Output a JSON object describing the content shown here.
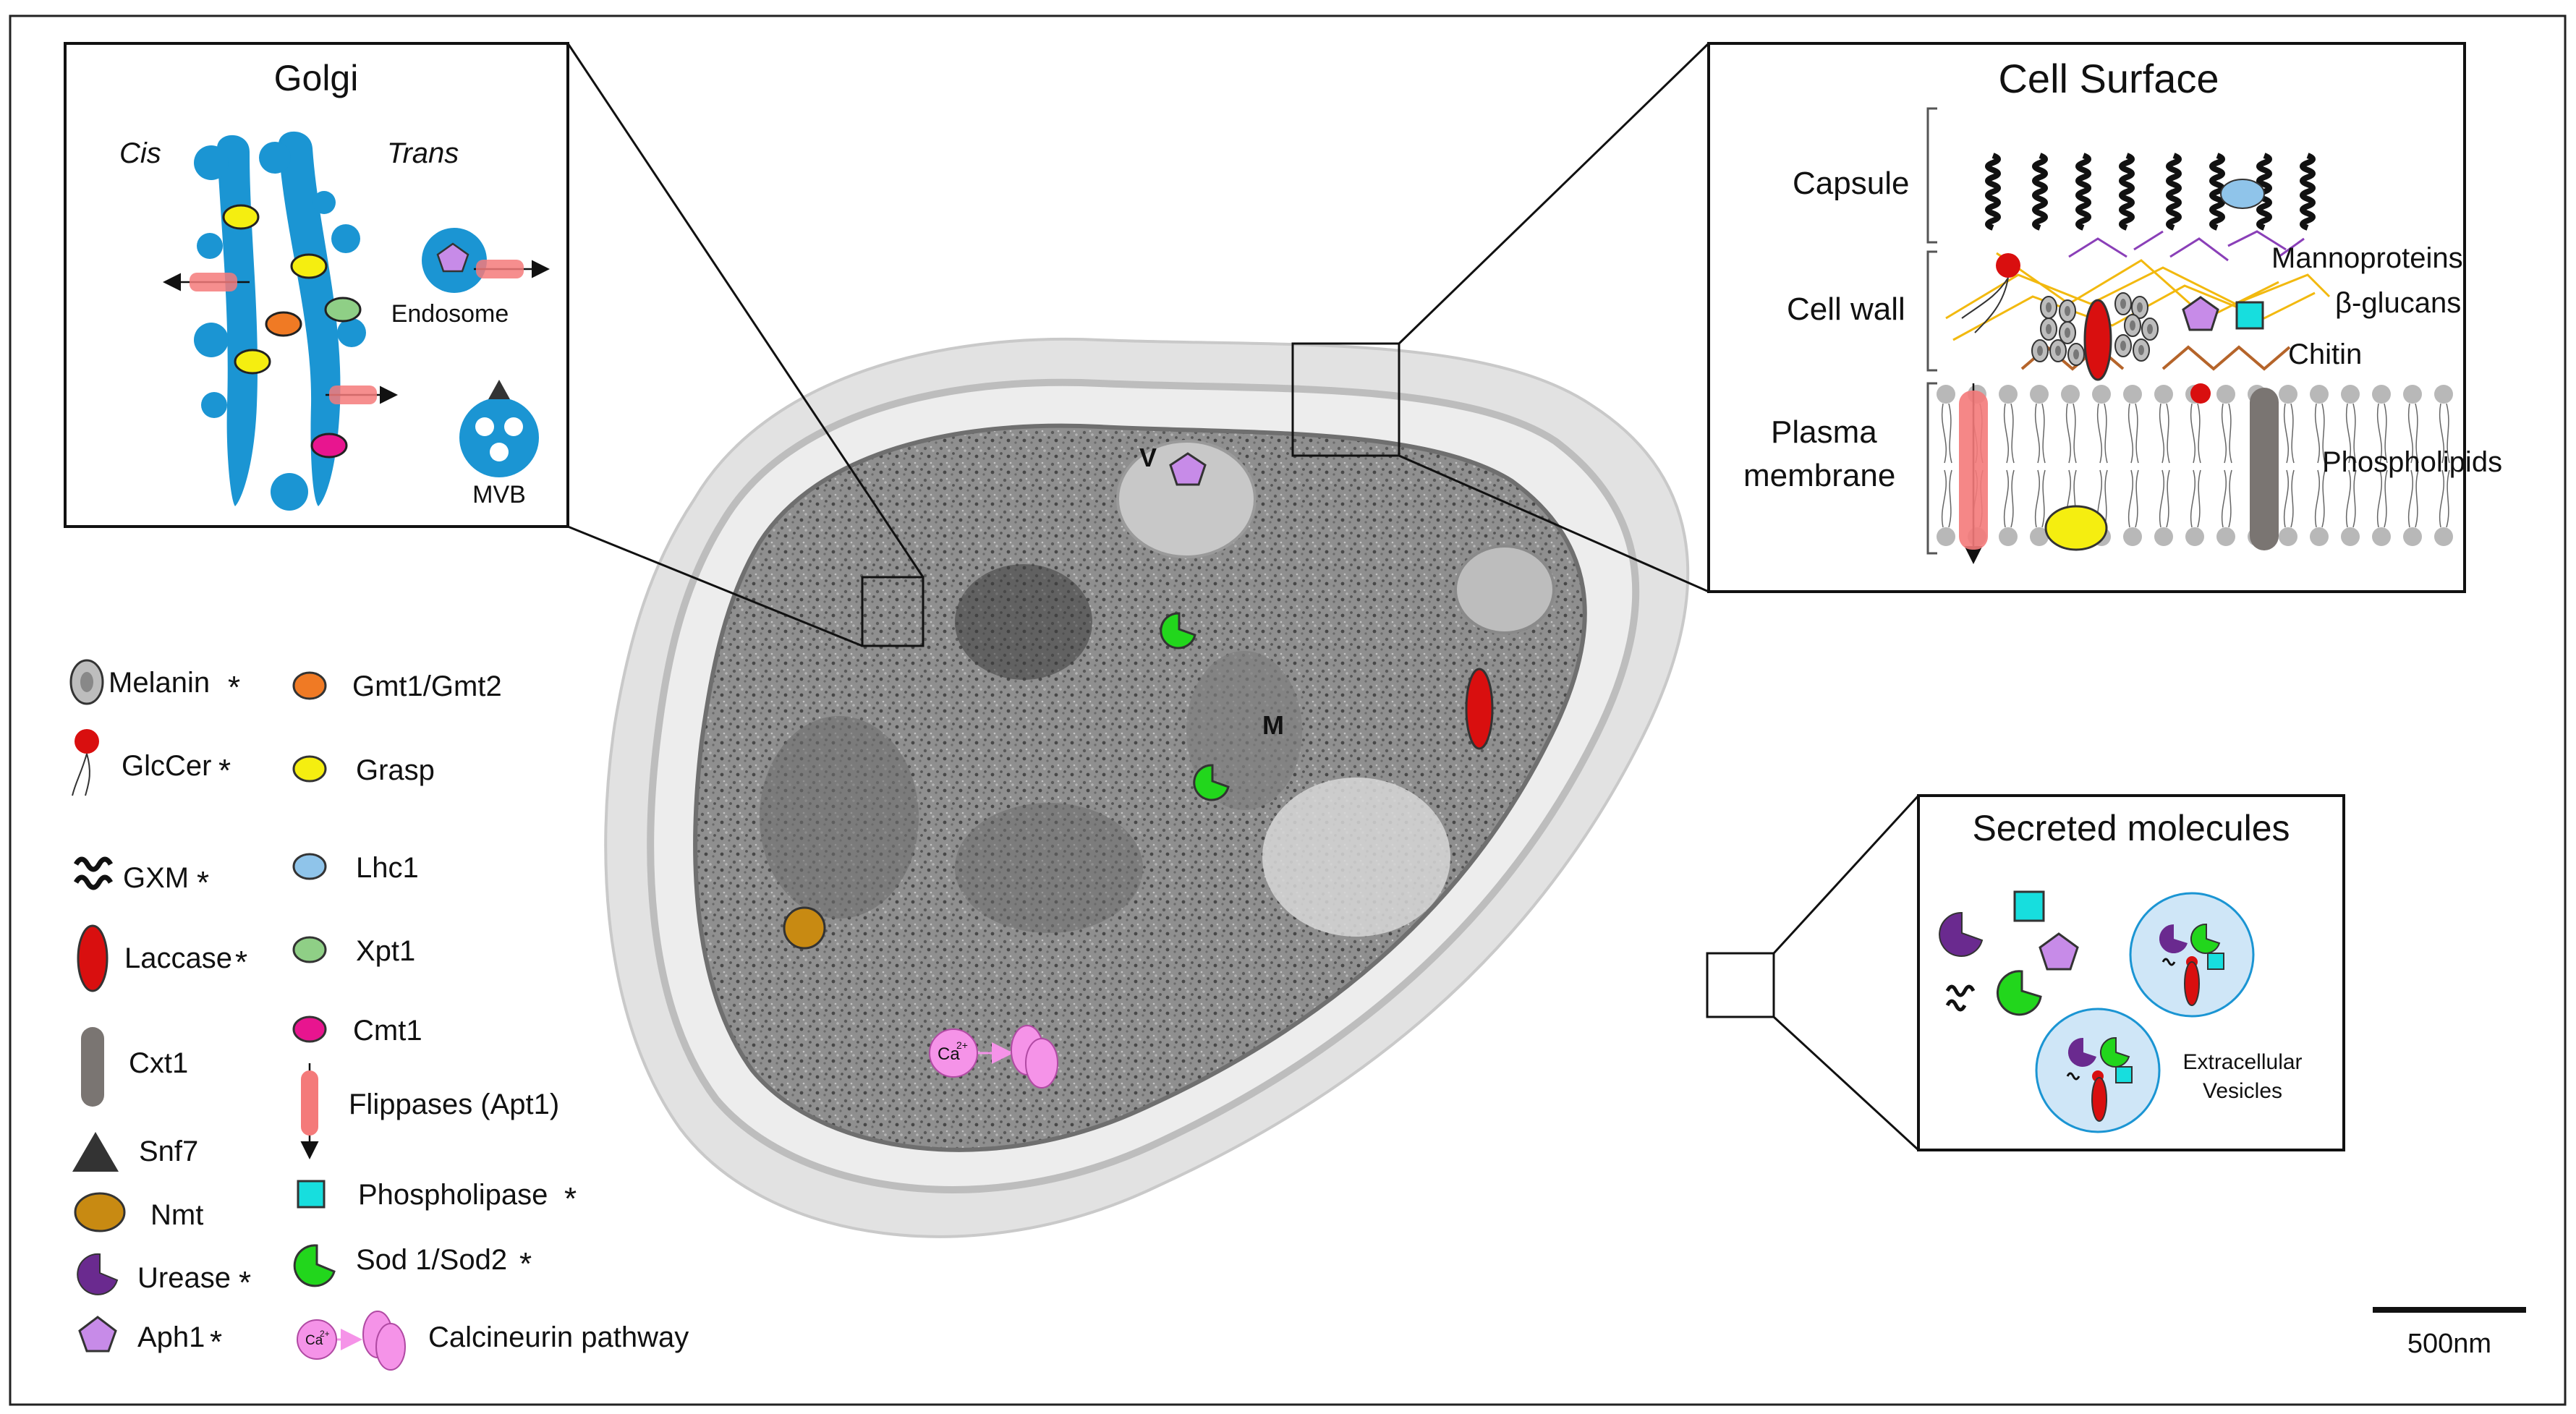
{
  "golgi": {
    "title": "Golgi",
    "cis": "Cis",
    "trans": "Trans",
    "endosome": "Endosome",
    "mvb": "MVB"
  },
  "cell_surface": {
    "title": "Cell Surface",
    "capsule": "Capsule",
    "cell_wall": "Cell wall",
    "plasma": "Plasma",
    "membrane": "membrane",
    "mannoproteins": "Mannoproteins",
    "glucans": "β-glucans",
    "chitin": "Chitin",
    "phospholipids": "Phospholipids"
  },
  "cell": {
    "vacuole": "V",
    "mitochondrion": "M"
  },
  "secreted": {
    "title": "Secreted molecules",
    "ev_line1": "Extracellular",
    "ev_line2": "Vesicles"
  },
  "legend": {
    "melanin": "Melanin",
    "glccer": "GlcCer",
    "gxm": "GXM",
    "laccase": "Laccase",
    "cxt1": "Cxt1",
    "snf7": "Snf7",
    "nmt": "Nmt",
    "urease": "Urease",
    "aph1": "Aph1",
    "gmt": "Gmt1/Gmt2",
    "grasp": "Grasp",
    "lhc1": "Lhc1",
    "xpt1": "Xpt1",
    "cmt1": "Cmt1",
    "flippases": "Flippases (Apt1)",
    "phospholipase": "Phospholipase",
    "sod": "Sod 1/Sod2",
    "calcineurin": "Calcineurin pathway",
    "star": "*"
  },
  "ca_label": "Ca",
  "ca_sup": "2+",
  "scale_bar": "500nm",
  "colors": {
    "golgi_blue": "#1b95d3",
    "laccase_red": "#d90f0f",
    "grasp_yellow": "#f5ee10",
    "gmt_orange": "#f07a24",
    "xpt1_green": "#8fcf86",
    "cmt1_magenta": "#e8158f",
    "lhc1_blue": "#8fc4ea",
    "flippase_pink": "#f47a7a",
    "urease_purple": "#6a2a8f",
    "aph1_violet": "#c78be8",
    "sod_green": "#22d61c",
    "phospholipase_cyan": "#17dede",
    "nmt_gold": "#c88a12",
    "calcineurin_pink": "#f593e8",
    "cxt1_gray": "#7a7572"
  }
}
